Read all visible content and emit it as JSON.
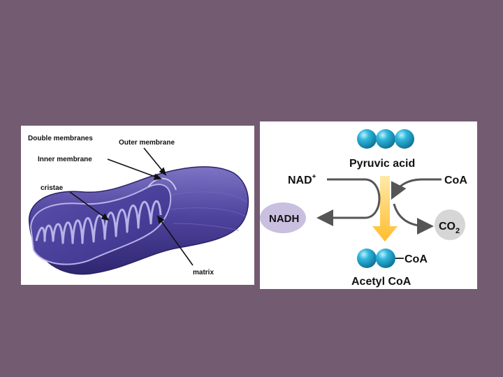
{
  "mitochondrion": {
    "labels": {
      "double_membranes": "Double membranes",
      "outer_membrane": "Outer membrane",
      "inner_membrane": "Inner membrane",
      "cristae": "cristae",
      "matrix": "matrix"
    },
    "colors": {
      "body": "#4b3f96",
      "highlight": "#8c82cc",
      "membrane": "#a9a3dc"
    }
  },
  "pyruvate_oxidation": {
    "labels": {
      "pyruvic_acid": "Pyruvic acid",
      "nad_plus": "NAD",
      "nad_plus_sup": "+",
      "coa_in": "CoA",
      "nadh": "NADH",
      "co2": "CO",
      "co2_sub": "2",
      "coa_out": "CoA",
      "acetyl_coa": "Acetyl CoA"
    },
    "colors": {
      "ball": "#1fa3c9",
      "arrow": "#ffc440",
      "nadh_oval": "#c9c0e0",
      "co2_circle": "#d6d6d6",
      "curve": "#555555"
    }
  }
}
